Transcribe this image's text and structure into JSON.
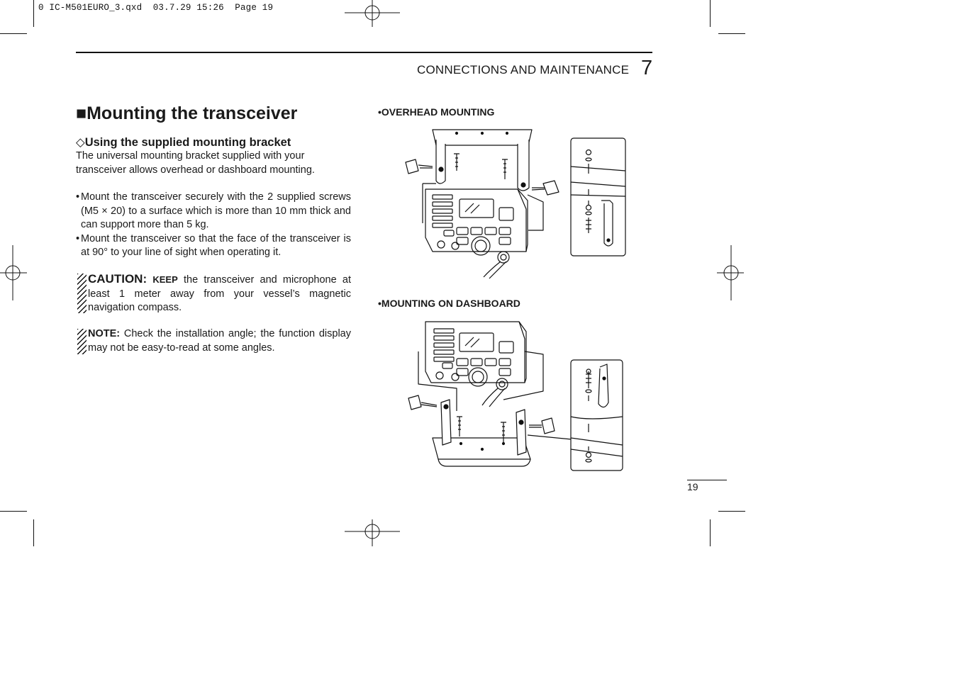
{
  "file_header": "0 IC-M501EURO_3.qxd  03.7.29 15:26  Page 19",
  "chapter": {
    "title": "CONNECTIONS AND MAINTENANCE",
    "number": "7"
  },
  "section": {
    "marker": "■",
    "title": "Mounting the transceiver",
    "subsection": {
      "marker": "◇",
      "title": "Using the supplied mounting bracket"
    },
    "intro": "The universal mounting bracket supplied with your transceiver allows overhead or dashboard mounting.",
    "bullets": [
      "Mount the transceiver securely with the 2 supplied screws (M5 × 20) to a surface which is more than 10 mm thick and can support more than 5 kg.",
      "Mount the transceiver so that the face of the transceiver is at 90° to your line of sight when operating it."
    ],
    "caution": {
      "label": "CAUTION:",
      "keep": "KEEP",
      "text": " the transceiver and microphone at least 1 meter away from your vessel’s magnetic navigation compass."
    },
    "note": {
      "label": "NOTE:",
      "text": " Check the installation angle; the function display may not be easy-to-read at some angles."
    }
  },
  "figures": {
    "overhead": {
      "label": "•OVERHEAD MOUNTING"
    },
    "dashboard": {
      "label": "•MOUNTING ON DASHBOARD"
    }
  },
  "page_number": "19"
}
